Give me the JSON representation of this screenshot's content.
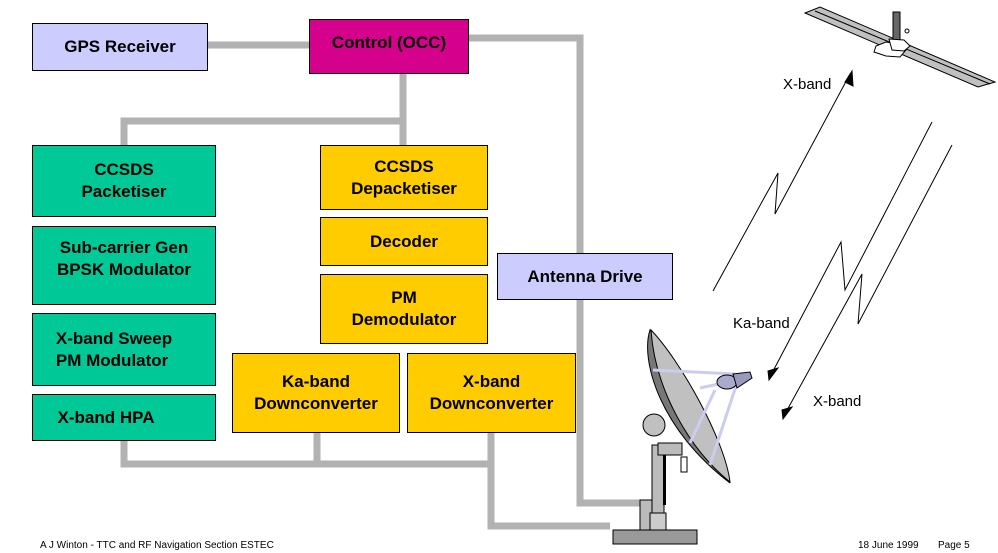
{
  "diagram": {
    "blocks": {
      "gps_receiver": "GPS Receiver",
      "control": "Control (OCC)",
      "ccsds_packetiser": "CCSDS\nPacketiser",
      "subcarrier_gen": "Sub-carrier Gen\nBPSK Modulator",
      "xband_sweep": "X-band Sweep\nPM Modulator",
      "xband_hpa": "X-band HPA",
      "ccsds_depacketiser": "CCSDS\nDepacketiser",
      "decoder": "Decoder",
      "pm_demodulator": "PM\nDemodulator",
      "ka_downconverter": "Ka-band\nDownconverter",
      "x_downconverter": "X-band\nDownconverter",
      "antenna_drive": "Antenna Drive"
    },
    "link_labels": {
      "uplink_xband": "X-band",
      "downlink_kaband": "Ka-band",
      "downlink_xband": "X-band"
    },
    "colors": {
      "lavender": "#ccccff",
      "magenta": "#d5008b",
      "green": "#00c896",
      "yellow": "#ffcc00",
      "wire": "#b2b2b2"
    }
  },
  "footer": {
    "author": "A J Winton - TTC and RF Navigation Section  ESTEC",
    "date": "18 June 1999",
    "page": "Page 5"
  }
}
